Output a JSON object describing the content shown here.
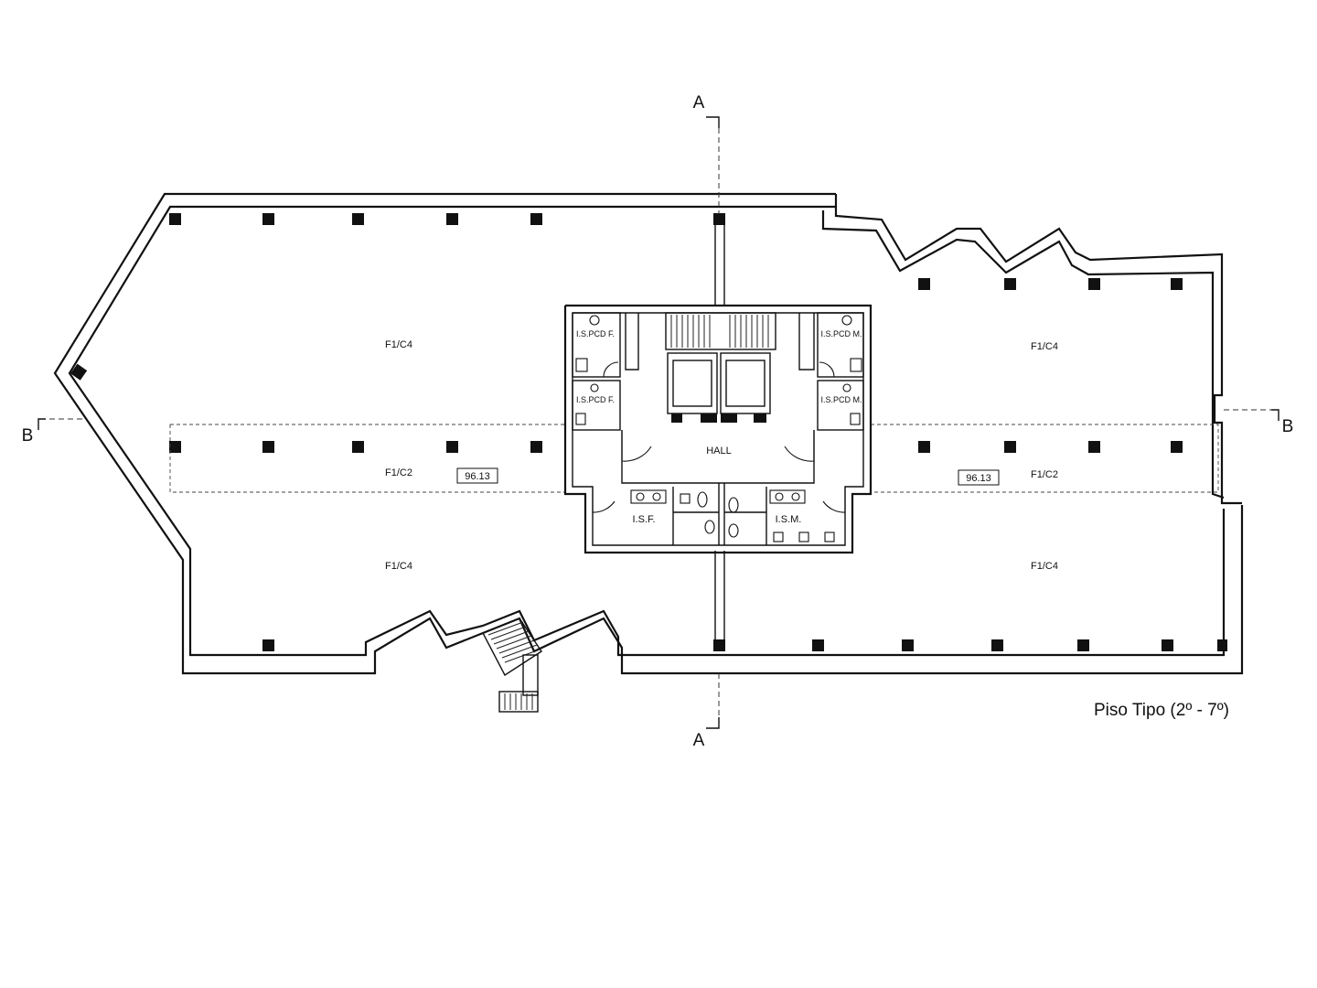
{
  "drawing_title": "Piso Tipo (2º - 7º)",
  "section_cuts": {
    "a_top": "A",
    "a_bottom": "A",
    "b_left": "B",
    "b_right": "B"
  },
  "zones": {
    "west_north": "F1/C4",
    "west_middle": "F1/C2",
    "west_south": "F1/C4",
    "east_north": "F1/C4",
    "east_middle": "F1/C2",
    "east_south": "F1/C4"
  },
  "levels": {
    "west": "96.13",
    "east": "96.13"
  },
  "core": {
    "hall": "HALL",
    "is_pcd_f_upper": "I.S.PCD F.",
    "is_pcd_f_lower": "I.S.PCD F.",
    "is_pcd_m_upper": "I.S.PCD M.",
    "is_pcd_m_lower": "I.S.PCD M.",
    "isf": "I.S.F.",
    "ism": "I.S.M."
  }
}
